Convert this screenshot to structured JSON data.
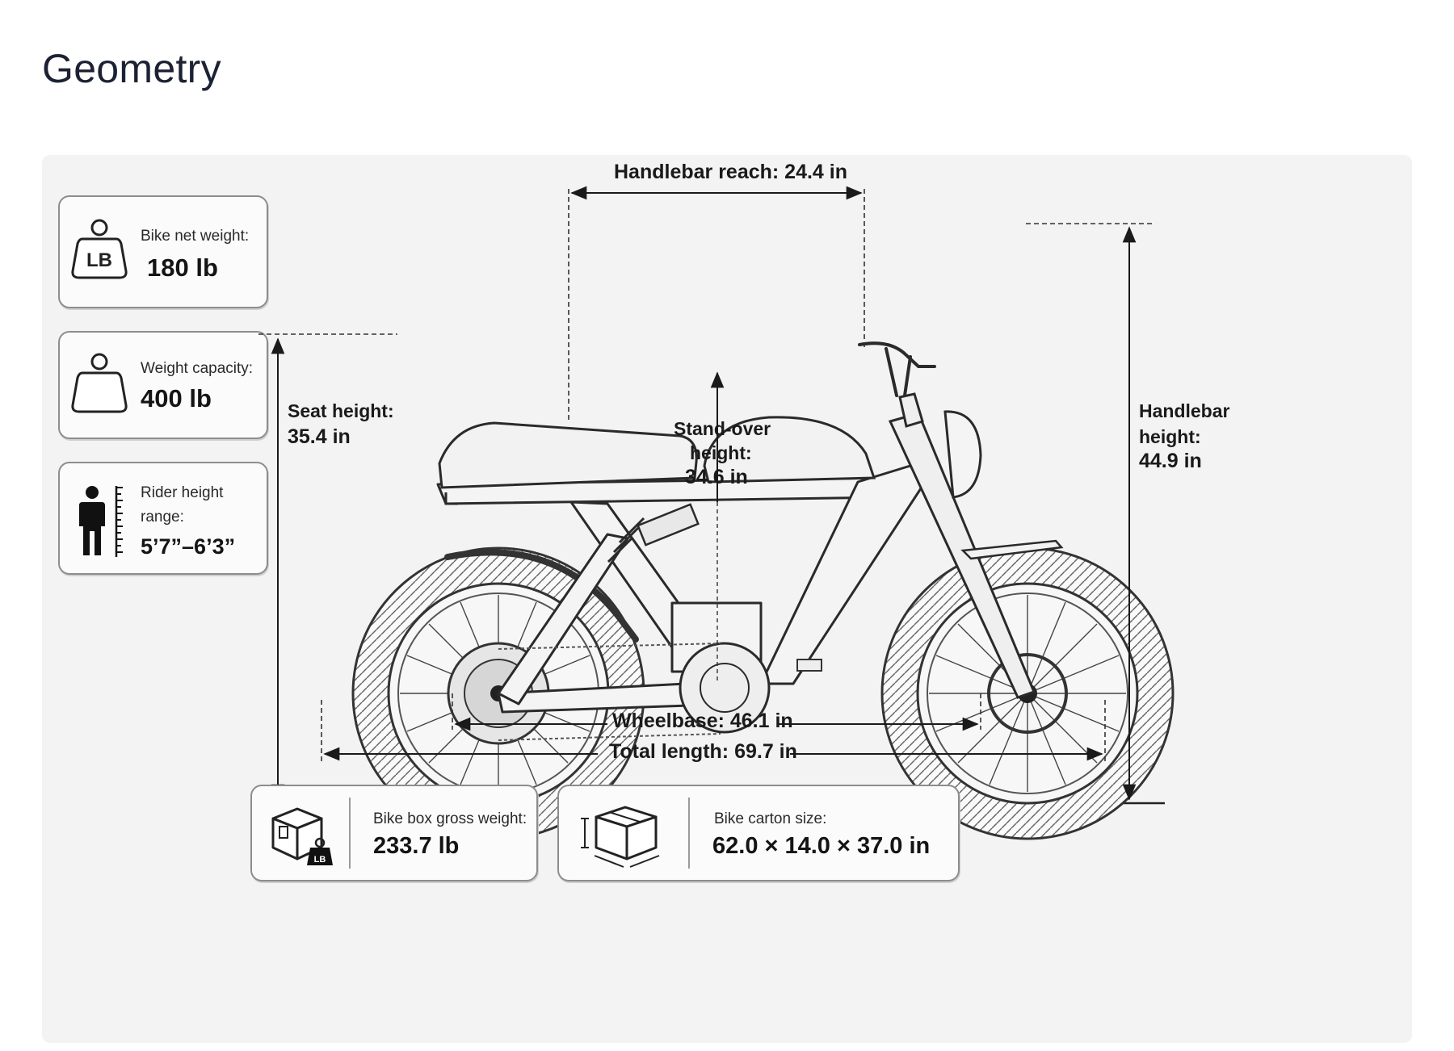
{
  "page": {
    "title": "Geometry"
  },
  "specs": {
    "net_weight": {
      "label": "Bike net weight:",
      "value": "180 lb",
      "icon": "weight-lb-icon"
    },
    "capacity": {
      "label": "Weight capacity:",
      "value": "400 lb",
      "icon": "weight-icon"
    },
    "rider_height": {
      "label_line1": "Rider height",
      "label_line2": "range:",
      "value": "5’7”–6’3”",
      "icon": "person-height-icon"
    },
    "box_weight": {
      "label": "Bike box gross weight:",
      "value": "233.7 lb",
      "icon": "box-weight-icon"
    },
    "carton_size": {
      "label": "Bike carton size:",
      "value": "62.0 × 14.0 × 37.0 in",
      "icon": "carton-size-icon"
    }
  },
  "dimensions": {
    "handlebar_reach": "Handlebar reach: 24.4 in",
    "seat_height_label": "Seat height:",
    "seat_height_value": "35.4 in",
    "standover_line1": "Stand-over",
    "standover_line2": "height:",
    "standover_value": "34.6 in",
    "handlebar_height_line1": "Handlebar",
    "handlebar_height_line2": "height:",
    "handlebar_height_value": "44.9 in",
    "wheelbase": "Wheelbase: 46.1 in",
    "total_length": "Total length: 69.7 in"
  },
  "colors": {
    "title": "#1c2233",
    "panel": "#f3f3f3",
    "line": "#1a1a1a"
  }
}
